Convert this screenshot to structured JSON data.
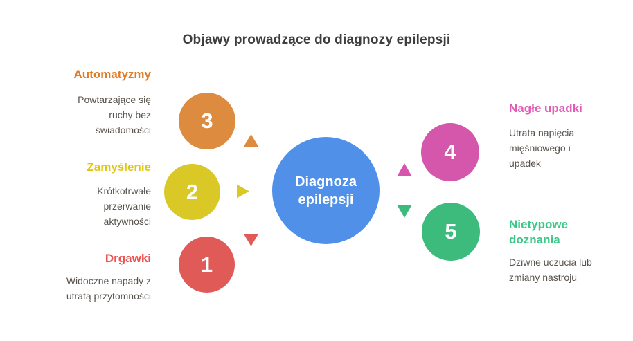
{
  "title": "Objawy prowadzące do diagnozy epilepsji",
  "colors": {
    "title_text": "#3E3E3E",
    "description_text": "#5A544E",
    "background": "#FFFFFF",
    "circle_border": "#FFFFFF",
    "number_text": "#FFFFFF"
  },
  "center": {
    "label": "Diagnoza\nepilepsji",
    "color": "#5090E8"
  },
  "symptoms": [
    {
      "number": "1",
      "name": "Drgawki",
      "description": "Widoczne napady z\nutratą przytomności",
      "color": "#E05B57",
      "label_color": "#ED5151",
      "side": "left",
      "arrow": "arrow-down"
    },
    {
      "number": "2",
      "name": "Zamyślenie",
      "description": "Krótkotrwałe\nprzerwanie\naktywności",
      "color": "#D9C825",
      "label_color": "#E3C60E",
      "side": "left",
      "arrow": "arrow-right"
    },
    {
      "number": "3",
      "name": "Automatyzmy",
      "description": "Powtarzające się\nruchy bez\nświadomości",
      "color": "#DD8B3E",
      "label_color": "#E07B27",
      "side": "left",
      "arrow": "arrow-up"
    },
    {
      "number": "4",
      "name": "Nagłe upadki",
      "description": "Utrata napięcia\nmięśniowego i\nupadek",
      "color": "#D557AC",
      "label_color": "#E25CB6",
      "side": "right",
      "arrow": "arrow-up"
    },
    {
      "number": "5",
      "name": "Nietypowe\ndoznania",
      "description": "Dziwne uczucia lub\nzmiany nastroju",
      "color": "#3DBB7D",
      "label_color": "#3EC787",
      "side": "right",
      "arrow": "arrow-down"
    }
  ]
}
